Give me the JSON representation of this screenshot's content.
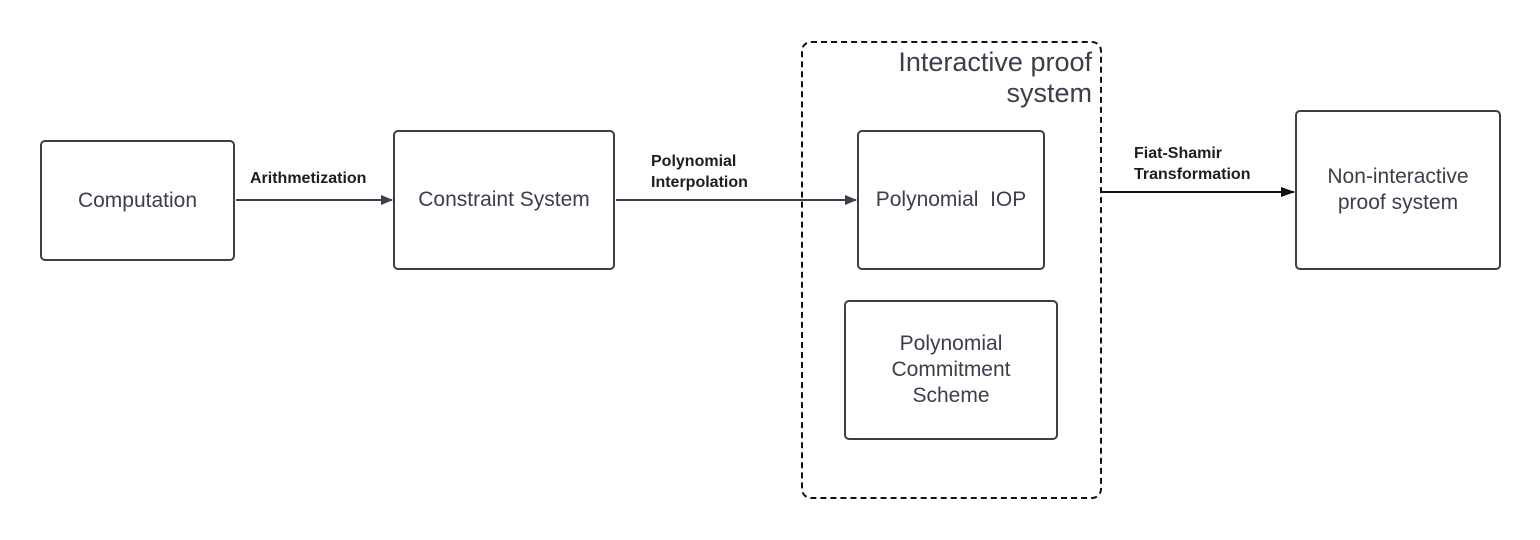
{
  "nodes": {
    "computation": "Computation",
    "constraint_system": "Constraint System",
    "polynomial_iop": "Polynomial  IOP",
    "commitment_scheme": "Polynomial\nCommitment\nScheme",
    "non_interactive": "Non-interactive\nproof system"
  },
  "group": {
    "title": "Interactive proof\nsystem"
  },
  "edges": {
    "arithmetization": "Arithmetization",
    "polynomial_interpolation": "Polynomial\nInterpolation",
    "fiat_shamir": "Fiat-Shamir\nTransformation"
  },
  "colors": {
    "stroke": "#3a3f4a",
    "group_border": "#111111",
    "arrow_dark": "#111111"
  }
}
